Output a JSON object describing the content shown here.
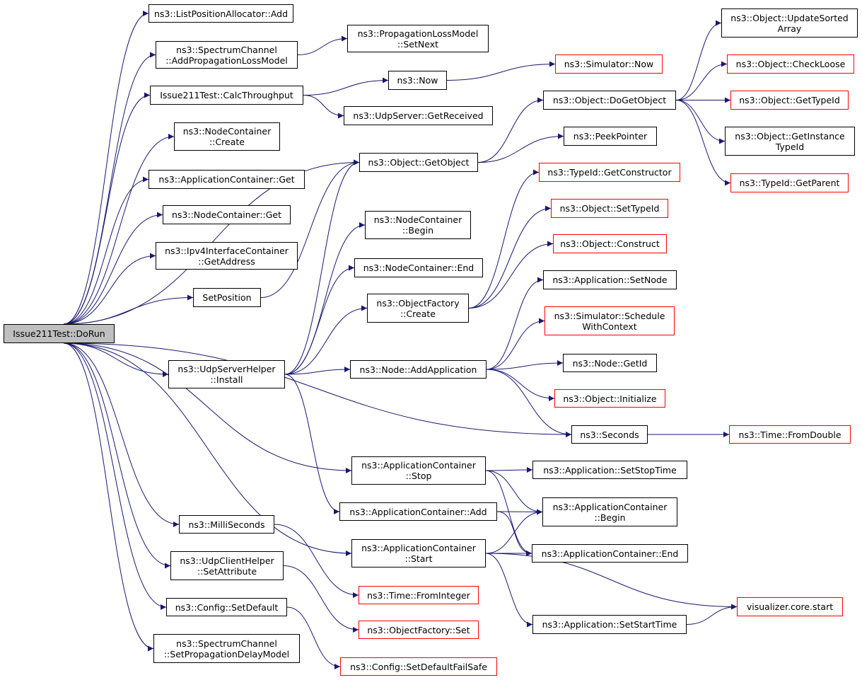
{
  "colors": {
    "edge": "#191970",
    "box_border": "#000000",
    "external_border": "#ff0000",
    "root_fill": "#bfbfbf"
  },
  "nodes": [
    {
      "id": "root",
      "label": "Issue211Test::DoRun",
      "kind": "root"
    },
    {
      "id": "lpa_add",
      "label": "ns3::ListPositionAllocator::Add",
      "kind": "normal"
    },
    {
      "id": "sc_addprop",
      "label": "ns3::SpectrumChannel\n::AddPropagationLossModel",
      "kind": "normal"
    },
    {
      "id": "plm_setnext",
      "label": "ns3::PropagationLossModel\n::SetNext",
      "kind": "normal"
    },
    {
      "id": "calc",
      "label": "Issue211Test::CalcThroughput",
      "kind": "normal"
    },
    {
      "id": "now",
      "label": "ns3::Now",
      "kind": "normal"
    },
    {
      "id": "sim_now",
      "label": "ns3::Simulator::Now",
      "kind": "external"
    },
    {
      "id": "udp_getrec",
      "label": "ns3::UdpServer::GetReceived",
      "kind": "normal"
    },
    {
      "id": "nc_create",
      "label": "ns3::NodeContainer\n::Create",
      "kind": "normal"
    },
    {
      "id": "ac_get",
      "label": "ns3::ApplicationContainer::Get",
      "kind": "normal"
    },
    {
      "id": "nc_get",
      "label": "ns3::NodeContainer::Get",
      "kind": "normal"
    },
    {
      "id": "ipv4_getaddr",
      "label": "ns3::Ipv4InterfaceContainer\n::GetAddress",
      "kind": "normal"
    },
    {
      "id": "setpos",
      "label": "SetPosition",
      "kind": "normal"
    },
    {
      "id": "obj_getobj",
      "label": "ns3::Object::GetObject",
      "kind": "normal"
    },
    {
      "id": "obj_dogetobj",
      "label": "ns3::Object::DoGetObject",
      "kind": "normal"
    },
    {
      "id": "obj_updsorted",
      "label": "ns3::Object::UpdateSorted\nArray",
      "kind": "normal"
    },
    {
      "id": "obj_checkloose",
      "label": "ns3::Object::CheckLoose",
      "kind": "external"
    },
    {
      "id": "obj_gettypeid",
      "label": "ns3::Object::GetTypeId",
      "kind": "external"
    },
    {
      "id": "obj_getinst",
      "label": "ns3::Object::GetInstance\nTypeId",
      "kind": "normal"
    },
    {
      "id": "tid_getparent",
      "label": "ns3::TypeId::GetParent",
      "kind": "external"
    },
    {
      "id": "peek",
      "label": "ns3::PeekPointer",
      "kind": "normal"
    },
    {
      "id": "tid_getctor",
      "label": "ns3::TypeId::GetConstructor",
      "kind": "external"
    },
    {
      "id": "obj_settypeid",
      "label": "ns3::Object::SetTypeId",
      "kind": "external"
    },
    {
      "id": "obj_construct",
      "label": "ns3::Object::Construct",
      "kind": "external"
    },
    {
      "id": "nc_begin",
      "label": "ns3::NodeContainer\n::Begin",
      "kind": "normal"
    },
    {
      "id": "nc_end",
      "label": "ns3::NodeContainer::End",
      "kind": "normal"
    },
    {
      "id": "of_create",
      "label": "ns3::ObjectFactory\n::Create",
      "kind": "normal"
    },
    {
      "id": "app_setnode",
      "label": "ns3::Application::SetNode",
      "kind": "normal"
    },
    {
      "id": "sim_schedctx",
      "label": "ns3::Simulator::Schedule\nWithContext",
      "kind": "external"
    },
    {
      "id": "ush_install",
      "label": "ns3::UdpServerHelper\n::Install",
      "kind": "normal"
    },
    {
      "id": "node_addapp",
      "label": "ns3::Node::AddApplication",
      "kind": "normal"
    },
    {
      "id": "node_getid",
      "label": "ns3::Node::GetId",
      "kind": "normal"
    },
    {
      "id": "obj_init",
      "label": "ns3::Object::Initialize",
      "kind": "external"
    },
    {
      "id": "seconds",
      "label": "ns3::Seconds",
      "kind": "normal"
    },
    {
      "id": "time_fromdouble",
      "label": "ns3::Time::FromDouble",
      "kind": "external"
    },
    {
      "id": "ac_stop",
      "label": "ns3::ApplicationContainer\n::Stop",
      "kind": "normal"
    },
    {
      "id": "app_setstop",
      "label": "ns3::Application::SetStopTime",
      "kind": "normal"
    },
    {
      "id": "ac_add",
      "label": "ns3::ApplicationContainer::Add",
      "kind": "normal"
    },
    {
      "id": "ac_begin",
      "label": "ns3::ApplicationContainer\n::Begin",
      "kind": "normal"
    },
    {
      "id": "millis",
      "label": "ns3::MilliSeconds",
      "kind": "normal"
    },
    {
      "id": "ac_start",
      "label": "ns3::ApplicationContainer\n::Start",
      "kind": "normal"
    },
    {
      "id": "ac_end",
      "label": "ns3::ApplicationContainer::End",
      "kind": "normal"
    },
    {
      "id": "uch_setattr",
      "label": "ns3::UdpClientHelper\n::SetAttribute",
      "kind": "normal"
    },
    {
      "id": "time_fromint",
      "label": "ns3::Time::FromInteger",
      "kind": "external"
    },
    {
      "id": "viz_start",
      "label": "visualizer.core.start",
      "kind": "external"
    },
    {
      "id": "cfg_setdefault",
      "label": "ns3::Config::SetDefault",
      "kind": "normal"
    },
    {
      "id": "of_set",
      "label": "ns3::ObjectFactory::Set",
      "kind": "external"
    },
    {
      "id": "app_setstart",
      "label": "ns3::Application::SetStartTime",
      "kind": "normal"
    },
    {
      "id": "sc_setdelay",
      "label": "ns3::SpectrumChannel\n::SetPropagationDelayModel",
      "kind": "normal"
    },
    {
      "id": "cfg_setdefaultfs",
      "label": "ns3::Config::SetDefaultFailSafe",
      "kind": "external"
    }
  ],
  "edges": [
    [
      "root",
      "lpa_add"
    ],
    [
      "root",
      "sc_addprop"
    ],
    [
      "root",
      "calc"
    ],
    [
      "root",
      "nc_create"
    ],
    [
      "root",
      "ac_get"
    ],
    [
      "root",
      "nc_get"
    ],
    [
      "root",
      "ipv4_getaddr"
    ],
    [
      "root",
      "setpos"
    ],
    [
      "root",
      "obj_getobj"
    ],
    [
      "root",
      "ush_install"
    ],
    [
      "root",
      "seconds"
    ],
    [
      "root",
      "ac_stop"
    ],
    [
      "root",
      "ac_start"
    ],
    [
      "root",
      "millis"
    ],
    [
      "root",
      "uch_setattr"
    ],
    [
      "root",
      "cfg_setdefault"
    ],
    [
      "root",
      "sc_setdelay"
    ],
    [
      "sc_addprop",
      "plm_setnext"
    ],
    [
      "calc",
      "now"
    ],
    [
      "calc",
      "udp_getrec"
    ],
    [
      "now",
      "sim_now"
    ],
    [
      "setpos",
      "obj_getobj"
    ],
    [
      "obj_getobj",
      "obj_dogetobj"
    ],
    [
      "obj_getobj",
      "peek"
    ],
    [
      "obj_dogetobj",
      "obj_updsorted"
    ],
    [
      "obj_dogetobj",
      "obj_checkloose"
    ],
    [
      "obj_dogetobj",
      "obj_gettypeid"
    ],
    [
      "obj_dogetobj",
      "obj_getinst"
    ],
    [
      "obj_dogetobj",
      "tid_getparent"
    ],
    [
      "ush_install",
      "obj_getobj"
    ],
    [
      "ush_install",
      "nc_begin"
    ],
    [
      "ush_install",
      "nc_end"
    ],
    [
      "ush_install",
      "of_create"
    ],
    [
      "ush_install",
      "node_addapp"
    ],
    [
      "ush_install",
      "ac_add"
    ],
    [
      "of_create",
      "tid_getctor"
    ],
    [
      "of_create",
      "obj_settypeid"
    ],
    [
      "of_create",
      "obj_construct"
    ],
    [
      "node_addapp",
      "app_setnode"
    ],
    [
      "node_addapp",
      "sim_schedctx"
    ],
    [
      "node_addapp",
      "node_getid"
    ],
    [
      "node_addapp",
      "obj_init"
    ],
    [
      "node_addapp",
      "seconds"
    ],
    [
      "seconds",
      "time_fromdouble"
    ],
    [
      "ac_stop",
      "app_setstop"
    ],
    [
      "ac_stop",
      "ac_begin"
    ],
    [
      "ac_stop",
      "ac_end"
    ],
    [
      "ac_add",
      "ac_begin"
    ],
    [
      "ac_add",
      "ac_end"
    ],
    [
      "ac_start",
      "ac_begin"
    ],
    [
      "ac_start",
      "ac_end"
    ],
    [
      "ac_start",
      "viz_start"
    ],
    [
      "ac_start",
      "app_setstart"
    ],
    [
      "app_setstart",
      "viz_start"
    ],
    [
      "millis",
      "time_fromint"
    ],
    [
      "uch_setattr",
      "of_set"
    ],
    [
      "cfg_setdefault",
      "cfg_setdefaultfs"
    ]
  ]
}
